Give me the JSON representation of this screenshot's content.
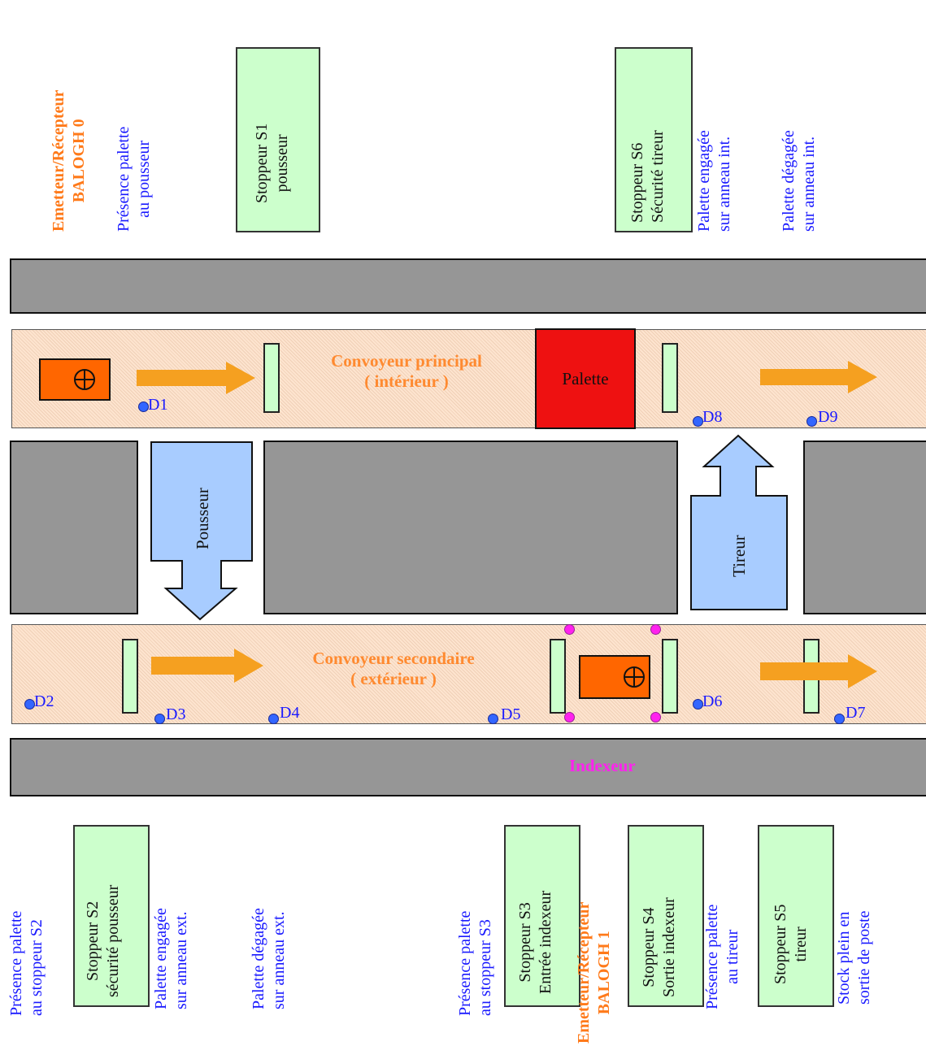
{
  "top_labels": {
    "emetteur0_line1": "Emetteur/Récepteur",
    "emetteur0_line2": "BALOGH 0",
    "presence_pousseur_line1": "Présence palette",
    "presence_pousseur_line2": "au pousseur",
    "s1_line1": "Stoppeur S1",
    "s1_line2": "pousseur",
    "s6_line1": "Stoppeur S6",
    "s6_line2": "Sécurité tireur",
    "engagee_int_line1": "Palette engagée",
    "engagee_int_line2": "sur anneau int.",
    "degagee_int_line1": "Palette dégagée",
    "degagee_int_line2": "sur anneau int."
  },
  "main_conveyor": {
    "line1": "Convoyeur principal",
    "line2": "( intérieur )",
    "palette_label": "Palette",
    "sensors": [
      "D1",
      "D8",
      "D9"
    ]
  },
  "pusher_label": "Pousseur",
  "puller_label": "Tireur",
  "secondary_conveyor": {
    "line1": "Convoyeur secondaire",
    "line2": "( extérieur )",
    "sensors": [
      "D2",
      "D3",
      "D4",
      "D5",
      "D6",
      "D7"
    ]
  },
  "indexer_label": "Indexeur",
  "bottom_labels": {
    "presence_s2_line1": "Présence palette",
    "presence_s2_line2": "au stoppeur S2",
    "s2_line1": "Stoppeur S2",
    "s2_line2": "sécurité pousseur",
    "engagee_ext_line1": "Palette engagée",
    "engagee_ext_line2": "sur anneau  ext.",
    "degagee_ext_line1": "Palette dégagée",
    "degagee_ext_line2": "sur anneau  ext.",
    "presence_s3_line1": "Présence palette",
    "presence_s3_line2": "au stoppeur S3",
    "s3_line1": "Stoppeur S3",
    "s3_line2": "Entrée indexeur",
    "emetteur1_line1": "Emetteur/Récepteur",
    "emetteur1_line2": "BALOGH 1",
    "s4_line1": "Stoppeur S4",
    "s4_line2": "Sortie indexeur",
    "presence_tireur_line1": "Présence palette",
    "presence_tireur_line2": "au tireur",
    "s5_line1": "Stoppeur S5",
    "s5_line2": "tireur",
    "stock_line1": "Stock plein en",
    "stock_line2": "sortie de poste"
  },
  "colors": {
    "conveyor": "#fde4cf",
    "block": "#969696",
    "stopper": "#ccffcc",
    "arrow": "#f5a020",
    "pallet_fill": "#ff6600",
    "palette_red": "#ee1111",
    "actuator": "#a8ccff",
    "sensor": "#3366ff",
    "indexer_text": "#ff22ee"
  }
}
